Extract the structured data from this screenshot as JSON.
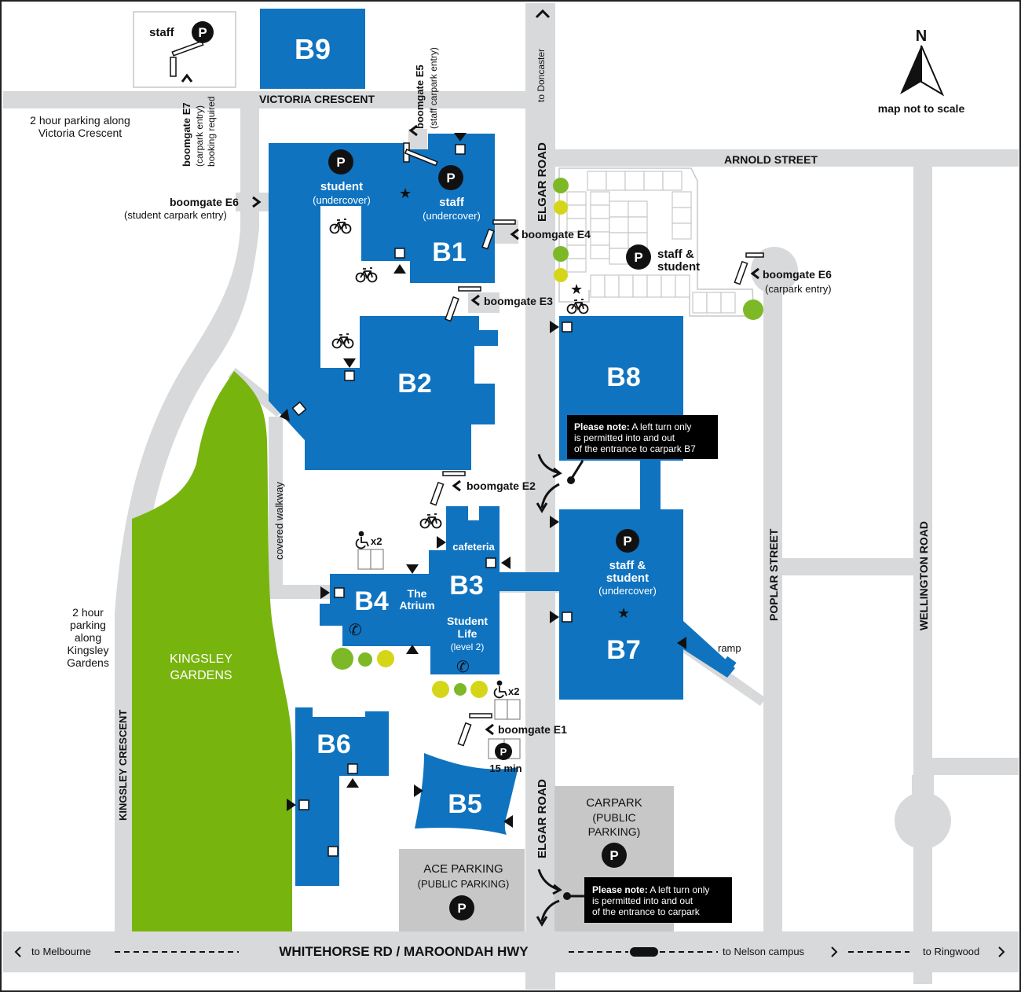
{
  "colors": {
    "building": "#0f73c0",
    "road": "#d7d9db",
    "gardens": "#78b40e",
    "public_parking": "#c7c7c7",
    "tree_green": "#7db927",
    "tree_yellow": "#d5d618",
    "note_bg": "#000000"
  },
  "compass": {
    "north": "N",
    "scale_note": "map not to scale"
  },
  "roads": {
    "victoria": "VICTORIA CRESCENT",
    "arnold": "ARNOLD STREET",
    "elgar_top": "ELGAR ROAD",
    "elgar_bottom": "ELGAR ROAD",
    "poplar": "POPLAR STREET",
    "wellington": "WELLINGTON ROAD",
    "kingsley": "KINGSLEY CRESCENT",
    "whitehorse": "WHITEHORSE RD / MAROONDAH HWY",
    "to_doncaster": "to Doncaster",
    "to_melbourne": "to Melbourne",
    "to_nelson": "to Nelson campus",
    "to_ringwood": "to Ringwood"
  },
  "buildings": {
    "b1": "B1",
    "b2": "B2",
    "b3": "B3",
    "b4": "B4",
    "b5": "B5",
    "b6": "B6",
    "b7": "B7",
    "b8": "B8",
    "b9": "B9"
  },
  "labels": {
    "staff_top": "staff",
    "b1_student": "student",
    "b1_student_sub": "(undercover)",
    "b1_staff": "staff",
    "b1_staff_sub": "(undercover)",
    "arnold_lot_1": "staff &",
    "arnold_lot_2": "student",
    "b7_lot_1": "staff &",
    "b7_lot_2": "student",
    "b7_lot_sub": "(undercover)",
    "cafeteria": "cafeteria",
    "atrium_1": "The",
    "atrium_2": "Atrium",
    "student_life_1": "Student",
    "student_life_2": "Life",
    "student_life_3": "(level 2)",
    "covered_walkway": "covered walkway",
    "ramp": "ramp",
    "kingsley_gardens_1": "KINGSLEY",
    "kingsley_gardens_2": "GARDENS",
    "accessible_b4": "x2",
    "accessible_b3": "x2",
    "fifteen_min": "15 min",
    "carpark_1": "CARPARK",
    "carpark_2": "(PUBLIC",
    "carpark_3": "PARKING)",
    "ace_1": "ACE PARKING",
    "ace_2": "(PUBLIC PARKING)",
    "parking_glyph": "P",
    "victoria_parking_1": "2 hour parking along",
    "victoria_parking_2": "Victoria Crescent",
    "kingsley_parking": [
      "2 hour",
      "parking",
      "along",
      "Kingsley",
      "Gardens"
    ]
  },
  "boomgates": {
    "e1": "boomgate E1",
    "e2": "boomgate E2",
    "e3": "boomgate E3",
    "e4": "boomgate E4",
    "e5": "boomgate E5",
    "e5_sub": "(staff carpark entry)",
    "e6_west": "boomgate E6",
    "e6_west_sub": "(student carpark entry)",
    "e6_east": "boomgate E6",
    "e6_east_sub": "(carpark entry)",
    "e7": "boomgate E7",
    "e7_sub_1": "(carpark entry)",
    "e7_sub_2": "booking required"
  },
  "notes": {
    "b7_bold": "Please note:",
    "b7_1": " A left turn only",
    "b7_2": "is permitted into and out",
    "b7_3": "of the entrance to carpark B7",
    "car_bold": "Please note:",
    "car_1": " A left turn only",
    "car_2": "is permitted into and out",
    "car_3": "of the entrance to carpark"
  }
}
